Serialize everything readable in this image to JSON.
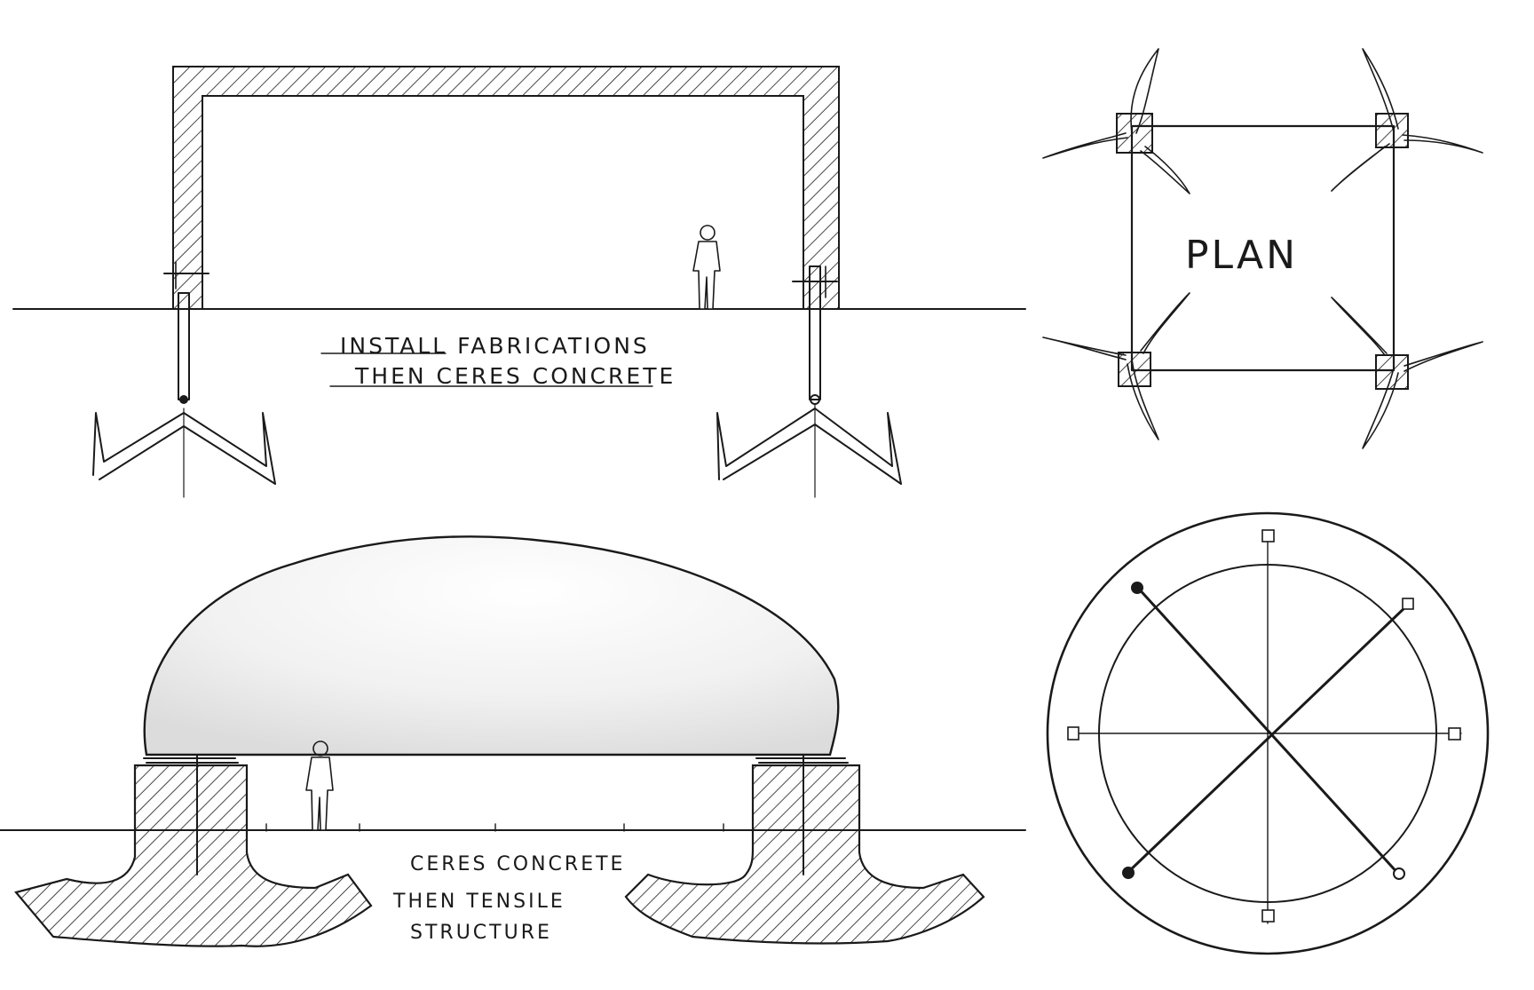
{
  "labels": {
    "top_note_line1": "INSTALL FABRICATIONS",
    "top_note_line2": "THEN CERES CONCRETE",
    "plan_label": "PLAN",
    "bottom_note_line1": "CERES CONCRETE",
    "bottom_note_line2": "THEN TENSILE",
    "bottom_note_line3": "STRUCTURE"
  },
  "colors": {
    "ink": "#1a1a1a",
    "paper": "#ffffff",
    "membrane_shade": "#dcdcdc"
  }
}
